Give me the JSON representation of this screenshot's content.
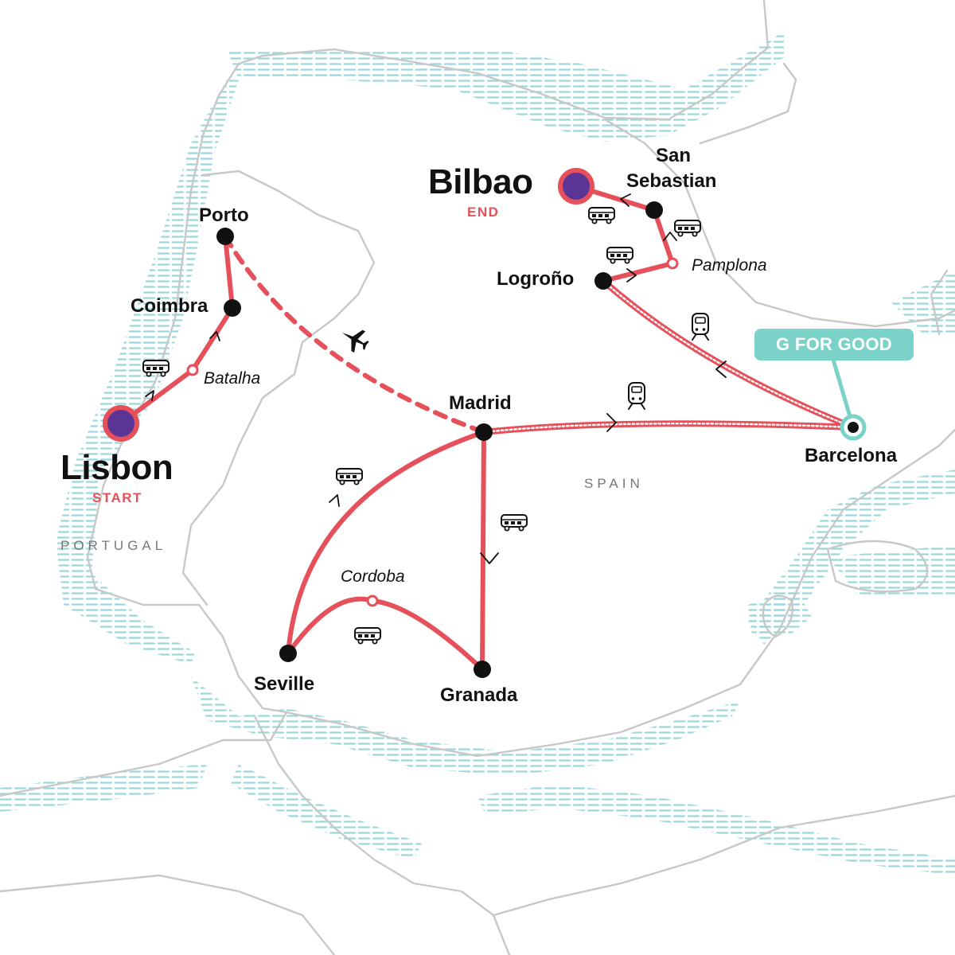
{
  "colors": {
    "route": "#e5505a",
    "water": "#9bd7db",
    "land_border": "#c8c8c8",
    "marker_fill": "#5b3596",
    "city_dot": "#111111",
    "badge": "#7ad2c9"
  },
  "cities": {
    "lisbon": {
      "name": "Lisbon",
      "tag": "START"
    },
    "bilbao": {
      "name": "Bilbao",
      "tag": "END"
    },
    "porto": {
      "name": "Porto"
    },
    "coimbra": {
      "name": "Coimbra"
    },
    "madrid": {
      "name": "Madrid"
    },
    "barcelona": {
      "name": "Barcelona"
    },
    "san_sebastian": {
      "name_line1": "San",
      "name_line2": "Sebastian"
    },
    "logrono": {
      "name": "Logroño"
    },
    "seville": {
      "name": "Seville"
    },
    "granada": {
      "name": "Granada"
    }
  },
  "stops": {
    "batalha": "Batalha",
    "pamplona": "Pamplona",
    "cordoba": "Cordoba"
  },
  "countries": {
    "spain": "SPAIN",
    "portugal": "PORTUGAL"
  },
  "badge": {
    "label": "G FOR GOOD"
  },
  "icons": {
    "bus": "bus-icon",
    "train": "train-icon",
    "plane": "plane-icon",
    "direction": "chevron-icon"
  }
}
